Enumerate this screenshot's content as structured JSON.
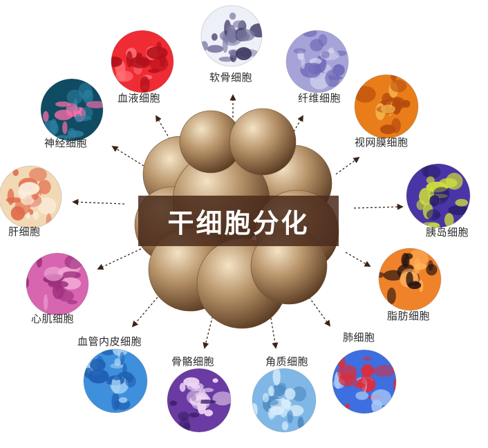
{
  "diagram": {
    "center_title": "干细胞分化",
    "cells": [
      {
        "id": "cartilage",
        "label": "软骨细胞",
        "icon": "cartilage-cells-icon",
        "palette": [
          "#eef0f8",
          "#7d7aa3",
          "#3b3560"
        ]
      },
      {
        "id": "blood",
        "label": "血液细胞",
        "icon": "red-blood-cells-icon",
        "palette": [
          "#ef2b34",
          "#b3111b",
          "#ff6f75"
        ]
      },
      {
        "id": "fiber",
        "label": "纤维细胞",
        "icon": "fibrocytes-icon",
        "palette": [
          "#a6a3d8",
          "#6e6ab8",
          "#d6d4f0"
        ]
      },
      {
        "id": "nerve",
        "label": "神经细胞",
        "icon": "neuron-icon",
        "palette": [
          "#0f4b63",
          "#2c7fa0",
          "#ff6fa8"
        ]
      },
      {
        "id": "retina",
        "label": "视网膜细胞",
        "icon": "retina-icon",
        "palette": [
          "#e87d1a",
          "#b54a0c",
          "#f4b24a"
        ]
      },
      {
        "id": "liver",
        "label": "肝细胞",
        "icon": "hepatocytes-icon",
        "palette": [
          "#f2d9b5",
          "#e06a4a",
          "#fbeedd"
        ]
      },
      {
        "id": "islet",
        "label": "胰岛细胞",
        "icon": "islet-cells-icon",
        "palette": [
          "#4a35a6",
          "#cfe03a",
          "#2b1f6e"
        ]
      },
      {
        "id": "heart",
        "label": "心肌细胞",
        "icon": "cardiomyocytes-icon",
        "palette": [
          "#d765b0",
          "#9c2f7d",
          "#f2a9d6"
        ]
      },
      {
        "id": "fat",
        "label": "脂肪细胞",
        "icon": "adipocytes-icon",
        "palette": [
          "#f0822a",
          "#2a1410",
          "#ffb05a"
        ]
      },
      {
        "id": "endothelial",
        "label": "血管内皮细胞",
        "icon": "endothelial-cells-icon",
        "palette": [
          "#3e8fdc",
          "#1f5fb2",
          "#a6d2f6"
        ]
      },
      {
        "id": "bone",
        "label": "骨骼细胞",
        "icon": "osteocytes-icon",
        "palette": [
          "#6a3ba2",
          "#f0d6f5",
          "#3b1f6b"
        ]
      },
      {
        "id": "keratin",
        "label": "角质细胞",
        "icon": "keratinocytes-icon",
        "palette": [
          "#7fb8e6",
          "#d8ecfb",
          "#4f8cc4"
        ]
      },
      {
        "id": "lung",
        "label": "肺细胞",
        "icon": "lung-cells-icon",
        "palette": [
          "#3d6fe0",
          "#e02b3a",
          "#a8c8f8"
        ]
      }
    ]
  }
}
